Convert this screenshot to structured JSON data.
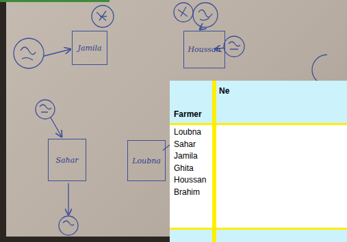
{
  "diagram": {
    "nodes": [
      {
        "text": [
          "Jamila"
        ]
      },
      {
        "text": [
          "Houssan"
        ]
      },
      {
        "text": [
          "Sahar"
        ]
      },
      {
        "text": [
          "Loubna"
        ]
      }
    ],
    "labels": [
      "Farmer",
      "Ne",
      "Loubna",
      "Sahar",
      "Jamila",
      "Ghita",
      "Houssan",
      "Brahim"
    ]
  }
}
